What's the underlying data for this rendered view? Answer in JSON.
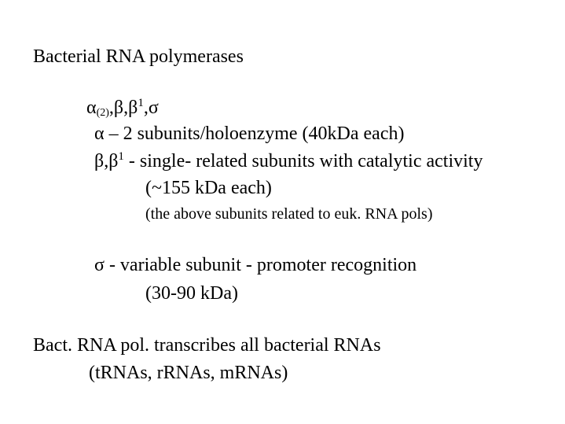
{
  "slide": {
    "title": "Bacterial RNA polymerases",
    "formula": {
      "alpha": "α",
      "alpha_sub": "(2)",
      "sep1": ",β,β",
      "beta_sup": "1",
      "sep2": ",σ"
    },
    "alpha_line": "α – 2 subunits/holoenzyme (40kDa each)",
    "beta_line": {
      "prefix": "β,β",
      "sup": "1",
      "suffix": " - single- related subunits with catalytic activity"
    },
    "beta_size": "(~155 kDa each)",
    "beta_note": "(the above subunits related to euk. RNA pols)",
    "sigma_line": "σ - variable subunit - promoter recognition",
    "sigma_size": "(30-90 kDa)",
    "summary_line": "Bact. RNA pol. transcribes all bacterial RNAs",
    "summary_detail": "(tRNAs, rRNAs, mRNAs)"
  }
}
